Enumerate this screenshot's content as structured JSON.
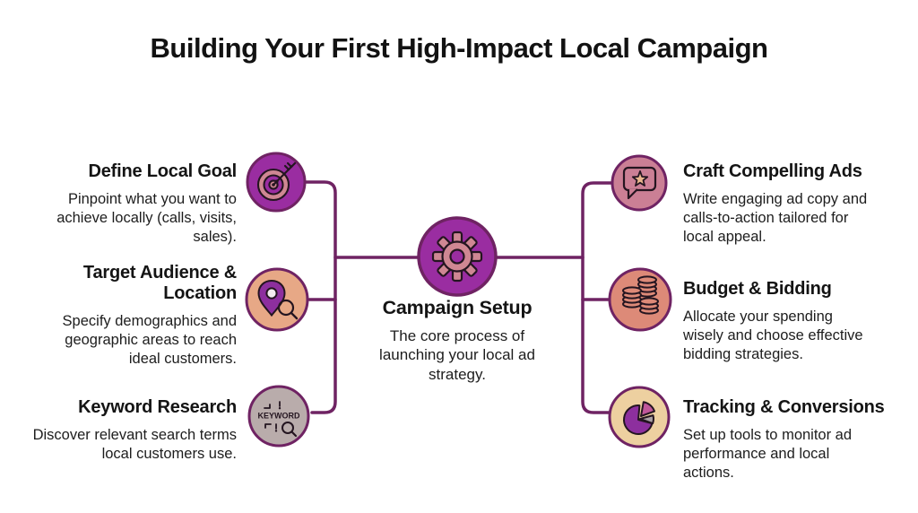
{
  "title": "Building Your First High-Impact Local Campaign",
  "center": {
    "heading": "Campaign Setup",
    "description": "The core process of launching your local ad strategy.",
    "icon": "gear-icon"
  },
  "left_items": [
    {
      "heading": "Define Local Goal",
      "description": "Pinpoint what you want to achieve locally (calls, visits, sales).",
      "icon": "target-icon"
    },
    {
      "heading": "Target Audience & Location",
      "description": "Specify demographics and geographic areas to reach ideal customers.",
      "icon": "location-pin-search-icon"
    },
    {
      "heading": "Keyword Research",
      "description": "Discover relevant search terms local customers use.",
      "icon": "keyword-search-icon",
      "icon_label": "KEYWORD"
    }
  ],
  "right_items": [
    {
      "heading": "Craft Compelling Ads",
      "description": "Write engaging ad copy and calls-to-action tailored for local appeal.",
      "icon": "speech-bubble-star-icon"
    },
    {
      "heading": "Budget & Bidding",
      "description": "Allocate your spending wisely and choose effective bidding strategies.",
      "icon": "coin-stacks-icon"
    },
    {
      "heading": "Tracking & Conversions",
      "description": "Set up tools to monitor ad performance and local actions.",
      "icon": "pie-chart-icon"
    }
  ],
  "colors": {
    "node_purple": "#9a2da1",
    "border_purple": "#6f2363",
    "line": "#6f2363",
    "icon_pink": "#cf8793",
    "peach": "#e7a886",
    "gray": "#b9acab",
    "rose": "#cb7f95",
    "salmon": "#dd8a78",
    "tan": "#edd0a0",
    "star_peach": "#e9b78e",
    "pie_pink": "#c0579a",
    "pie_gray": "#a9a1a5",
    "pin_purple": "#8d2f9e",
    "ink": "#241520",
    "text": "#1d1d1d"
  }
}
